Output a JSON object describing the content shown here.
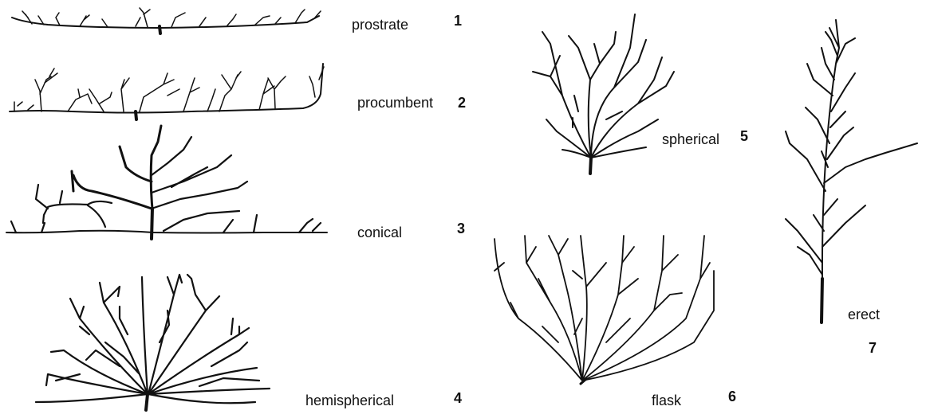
{
  "forms": [
    {
      "id": 1,
      "name": "prostrate",
      "number": "1"
    },
    {
      "id": 2,
      "name": "procumbent",
      "number": "2"
    },
    {
      "id": 3,
      "name": "conical",
      "number": "3"
    },
    {
      "id": 4,
      "name": "hemispherical",
      "number": "4"
    },
    {
      "id": 5,
      "name": "spherical",
      "number": "5"
    },
    {
      "id": 6,
      "name": "flask",
      "number": "6"
    },
    {
      "id": 7,
      "name": "erect",
      "number": "7"
    }
  ],
  "style": {
    "ink_color": "#111111",
    "background": "#ffffff"
  }
}
